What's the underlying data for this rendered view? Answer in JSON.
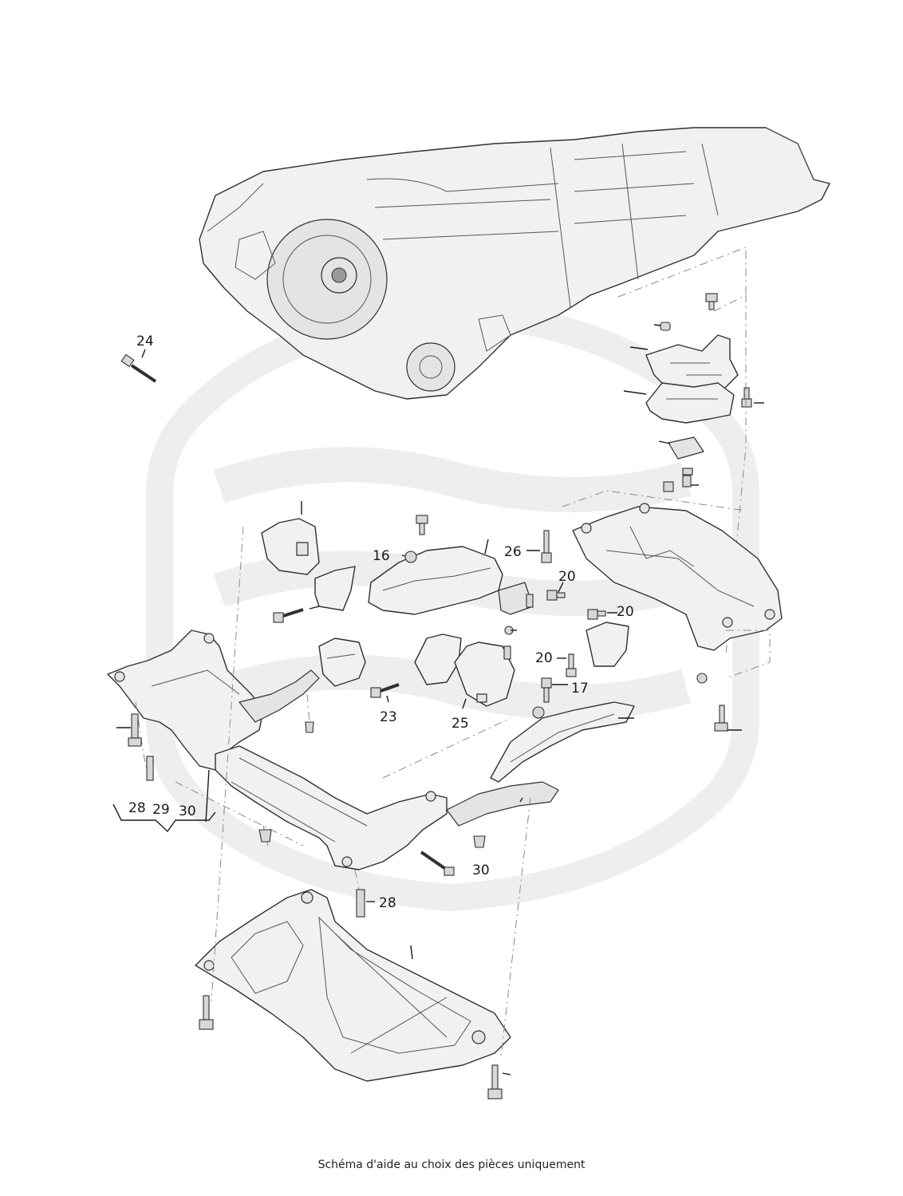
{
  "caption": "Schéma d'aide au choix des pièces uniquement",
  "callouts": {
    "c16": "16",
    "c26": "26",
    "c20a": "20",
    "c20b": "20",
    "c20c": "20",
    "c17": "17",
    "c24": "24",
    "c23": "23",
    "c25": "25",
    "c28a": "28",
    "c29": "29",
    "c30a": "30",
    "c30b": "30",
    "c28b": "28"
  },
  "colors": {
    "watermark": "#eeeeee",
    "line": "#303030",
    "fill": "#f1f1f1"
  }
}
